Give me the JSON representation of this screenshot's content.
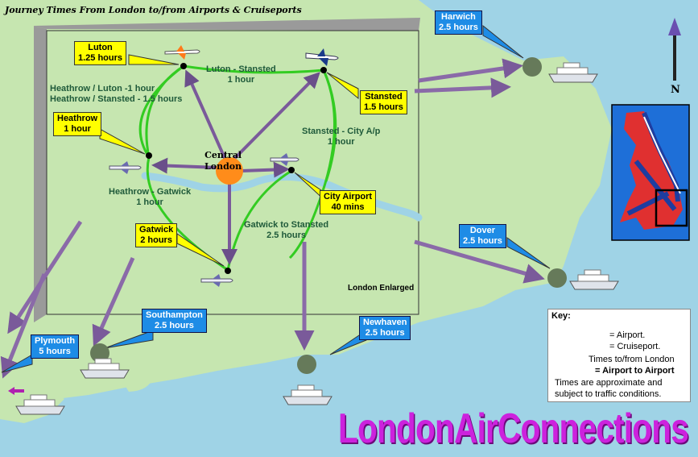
{
  "title": "Journey Times From London to/from Airports & Cruiseports",
  "center_label_line1": "Central",
  "center_label_line2": "London",
  "airports": {
    "luton": {
      "name": "Luton",
      "time": "1.25 hours"
    },
    "stansted": {
      "name": "Stansted",
      "time": "1.5 hours"
    },
    "heathrow": {
      "name": "Heathrow",
      "time": "1 hour"
    },
    "city": {
      "name": "City Airport",
      "time": "40 mins"
    },
    "gatwick": {
      "name": "Gatwick",
      "time": "2 hours"
    }
  },
  "cruiseports": {
    "harwich": {
      "name": "Harwich",
      "time": "2.5 hours"
    },
    "dover": {
      "name": "Dover",
      "time": "2.5 hours"
    },
    "newhaven": {
      "name": "Newhaven",
      "time": "2.5 hours"
    },
    "southampton": {
      "name": "Southampton",
      "time": "2.5 hours"
    },
    "plymouth": {
      "name": "Plymouth",
      "time": "5 hours"
    }
  },
  "routes": {
    "luton_stansted_1": "Luton - Stansted",
    "luton_stansted_2": "1 hour",
    "hl_1": "Heathrow / Luton -1 hour",
    "hl_2": "Heathrow / Stansted - 1.5 hours",
    "sc_1": "Stansted - City A/p",
    "sc_2": "1 hour",
    "hg_1": "Heathrow - Gatwick",
    "hg_2": "1 hour",
    "gs_1": "Gatwick to Stansted",
    "gs_2": "2.5 hours"
  },
  "enlarged_label": "London Enlarged",
  "north_label": "N",
  "key": {
    "heading": "Key:",
    "airport": "=  Airport.",
    "cruiseport": "=  Cruiseport.",
    "times_london": "Times to/from London",
    "airport_to_airport": "= Airport to Airport",
    "note_1": "Times are approximate and",
    "note_2": "subject to traffic conditions."
  },
  "brand": "LondonAirConnections",
  "colors": {
    "sea": "#9fd3e6",
    "land": "#c6e6b0",
    "airport_route": "#33cc22",
    "london_route": "#8a6aa8",
    "airport_label": "#ffff00",
    "cruise_label": "#1e8ce6",
    "central_london": "#ff8c1a",
    "brand": "#cc22dd"
  }
}
